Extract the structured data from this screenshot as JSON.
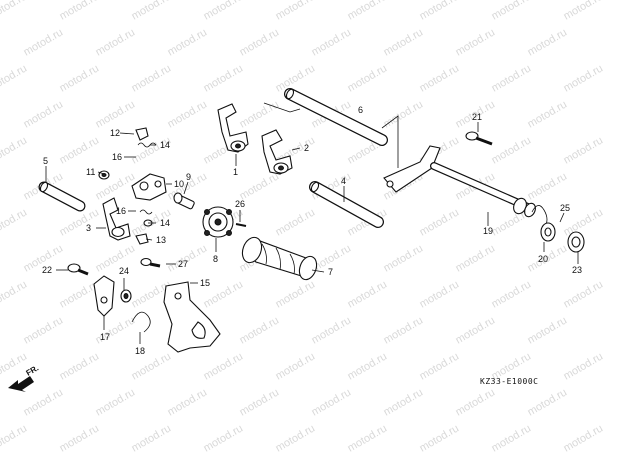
{
  "watermark": "motod.ru",
  "diagram_code": "KZ33-E1000C",
  "direction_label": "FR.",
  "callouts": {
    "c1": "1",
    "c2": "2",
    "c3": "3",
    "c4": "4",
    "c5": "5",
    "c6": "6",
    "c7": "7",
    "c8": "8",
    "c9": "9",
    "c10": "10",
    "c11": "11",
    "c12": "12",
    "c13": "13",
    "c14a": "14",
    "c14b": "14",
    "c15": "15",
    "c16a": "16",
    "c16b": "16",
    "c17": "17",
    "c18": "18",
    "c19": "19",
    "c20": "20",
    "c21": "21",
    "c22": "22",
    "c23": "23",
    "c24": "24",
    "c25": "25",
    "c26": "26",
    "c27": "27"
  },
  "colors": {
    "line": "#111111",
    "watermark": "#d9d9d9",
    "background": "#ffffff"
  }
}
